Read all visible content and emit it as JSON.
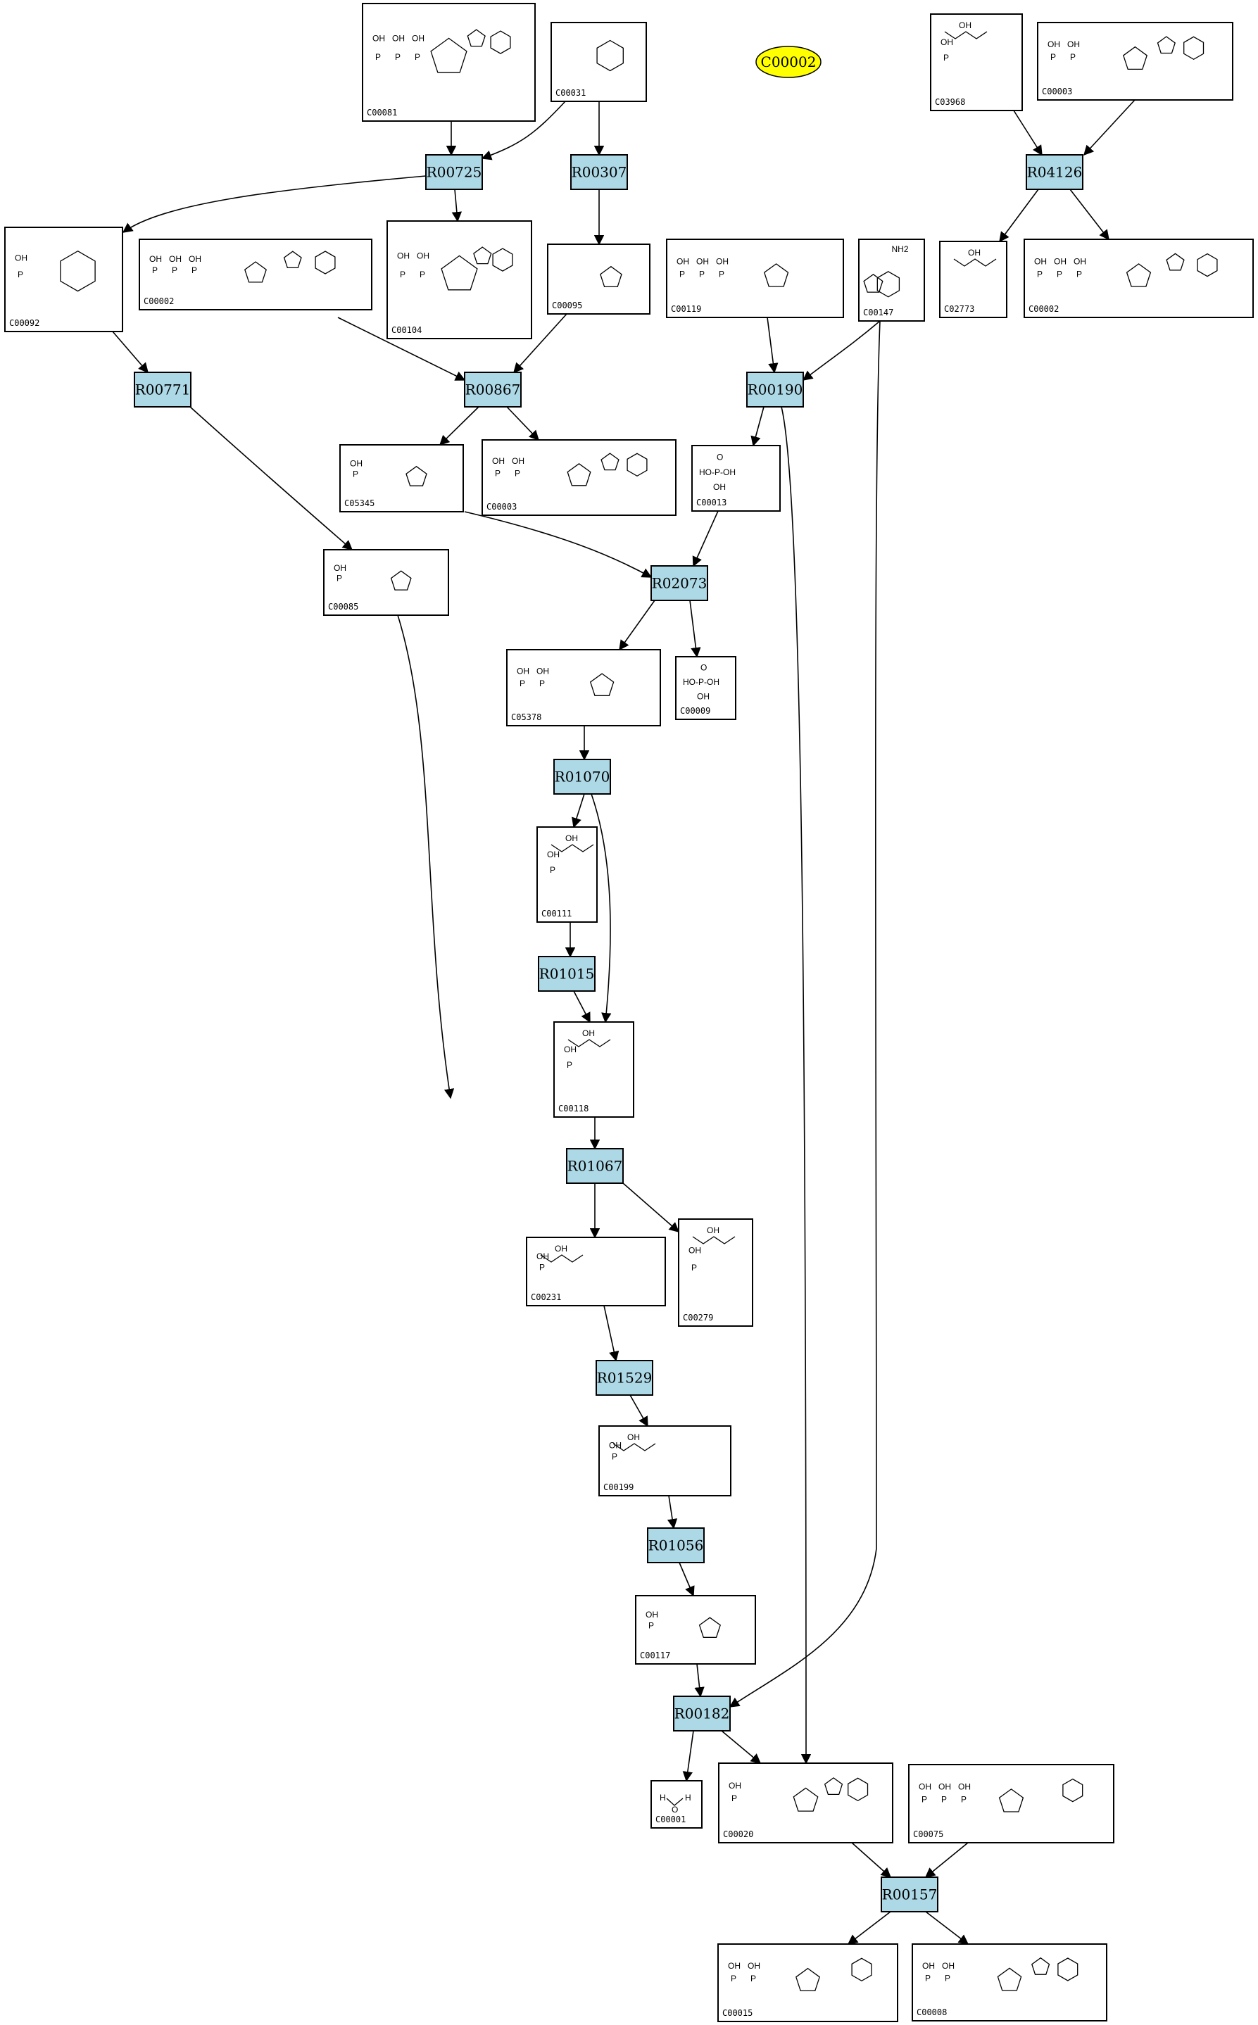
{
  "colors": {
    "reaction_fill": "#add8e6",
    "highlight_fill": "#ffff00",
    "line": "#000000",
    "background": "#ffffff"
  },
  "highlight": {
    "id": "C00002"
  },
  "compounds": [
    {
      "id": "C00081",
      "structure": "nucleotide-triphosphate-inosine"
    },
    {
      "id": "C00031",
      "structure": "pyranose"
    },
    {
      "id": "C03968",
      "structure": "glycerol-phosphate-R"
    },
    {
      "id": "C00003",
      "structure": "adenine-nucleotide-diphosphate"
    },
    {
      "id": "C00092",
      "structure": "pyranose-phosphate"
    },
    {
      "id": "C00002",
      "structure": "adenine-nucleotide-triphosphate"
    },
    {
      "id": "C00104",
      "structure": "nucleotide-diphosphate-inosine"
    },
    {
      "id": "C00095",
      "structure": "furanose"
    },
    {
      "id": "C00119",
      "structure": "ribose-triphosphate"
    },
    {
      "id": "C00147",
      "structure": "adenine"
    },
    {
      "id": "C02773",
      "structure": "glycerol-R"
    },
    {
      "id": "C00002",
      "structure": "adenine-nucleotide-triphosphate"
    },
    {
      "id": "C05345",
      "structure": "furanose-phosphate"
    },
    {
      "id": "C00003",
      "structure": "adenine-nucleotide-diphosphate"
    },
    {
      "id": "C00013",
      "structure": "diphosphate"
    },
    {
      "id": "C00085",
      "structure": "furanose-phosphate"
    },
    {
      "id": "C05378",
      "structure": "furanose-bisphosphate"
    },
    {
      "id": "C00009",
      "structure": "phosphate"
    },
    {
      "id": "C00111",
      "structure": "dihydroxyacetone-phosphate"
    },
    {
      "id": "C00118",
      "structure": "glyceraldehyde-phosphate"
    },
    {
      "id": "C00231",
      "structure": "pentulose-phosphate"
    },
    {
      "id": "C00279",
      "structure": "tetrose-phosphate"
    },
    {
      "id": "C00199",
      "structure": "pentulose-phosphate"
    },
    {
      "id": "C00117",
      "structure": "ribose-phosphate"
    },
    {
      "id": "C00001",
      "structure": "water"
    },
    {
      "id": "C00020",
      "structure": "adenine-nucleotide-monophosphate"
    },
    {
      "id": "C00075",
      "structure": "uridine-nucleotide-triphosphate"
    },
    {
      "id": "C00015",
      "structure": "uridine-nucleotide-diphosphate"
    },
    {
      "id": "C00008",
      "structure": "adenine-nucleotide-diphosphate"
    }
  ],
  "reactions": [
    {
      "id": "R00725"
    },
    {
      "id": "R00307"
    },
    {
      "id": "R04126"
    },
    {
      "id": "R00771"
    },
    {
      "id": "R00867"
    },
    {
      "id": "R00190"
    },
    {
      "id": "R02073"
    },
    {
      "id": "R01070"
    },
    {
      "id": "R01015"
    },
    {
      "id": "R01067"
    },
    {
      "id": "R01529"
    },
    {
      "id": "R01056"
    },
    {
      "id": "R00182"
    },
    {
      "id": "R00157"
    }
  ]
}
